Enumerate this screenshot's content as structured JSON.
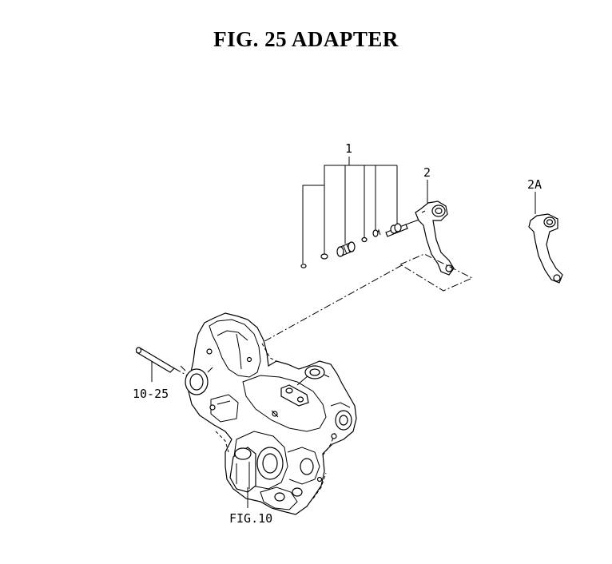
{
  "title": "FIG. 25  ADAPTER",
  "callouts": {
    "kit": "1",
    "lever": "2",
    "lever_alt": "2A",
    "pin": "10-25",
    "fig_ref": "FIG.10"
  }
}
